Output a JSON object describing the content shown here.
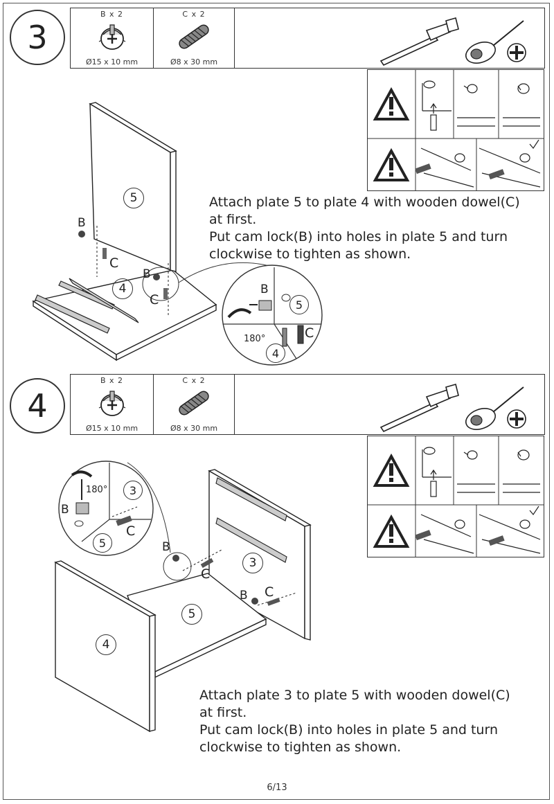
{
  "steps": [
    {
      "number": "3",
      "parts": [
        {
          "label": "B x 2",
          "dimension": "Ø15 x 10 mm",
          "icon": "cam-lock-icon"
        },
        {
          "label": "C x 2",
          "dimension": "Ø8 x 30 mm",
          "icon": "wooden-dowel-icon"
        }
      ],
      "tools": [
        "hammer-icon",
        "phillips-screwdriver-icon"
      ],
      "instruction": "Attach plate 5 to plate 4 with wooden dowel(C)\nat first.\nPut cam lock(B) into holes in plate 5 and turn\nclockwise to tighten as shown.",
      "diagram_labels": {
        "plate_top": "5",
        "plate_bottom": "4",
        "cam_lock_left": "B",
        "dowel_left": "C",
        "cam_lock_right": "B",
        "dowel_right": "C",
        "zoom_b": "B",
        "zoom_plate_5": "5",
        "zoom_rotation": "180°",
        "zoom_plate_4": "4",
        "zoom_c": "C"
      }
    },
    {
      "number": "4",
      "parts": [
        {
          "label": "B x 2",
          "dimension": "Ø15 x 10 mm",
          "icon": "cam-lock-icon"
        },
        {
          "label": "C x 2",
          "dimension": "Ø8 x 30 mm",
          "icon": "wooden-dowel-icon"
        }
      ],
      "tools": [
        "hammer-icon",
        "phillips-screwdriver-icon"
      ],
      "instruction": "Attach plate 3 to plate 5 with wooden dowel(C)\nat first.\nPut cam lock(B) into holes in plate 5 and turn\nclockwise to tighten as shown.",
      "diagram_labels": {
        "zoom_rotation": "180°",
        "zoom_plate_3": "3",
        "zoom_b": "B",
        "zoom_plate_5": "5",
        "zoom_c": "C",
        "cam_lock_left": "B",
        "dowel_left": "C",
        "plate_side": "3",
        "plate_bottom": "5",
        "plate_front": "4",
        "cam_lock_right": "B",
        "dowel_right": "C"
      }
    }
  ],
  "page_number": "6/13"
}
